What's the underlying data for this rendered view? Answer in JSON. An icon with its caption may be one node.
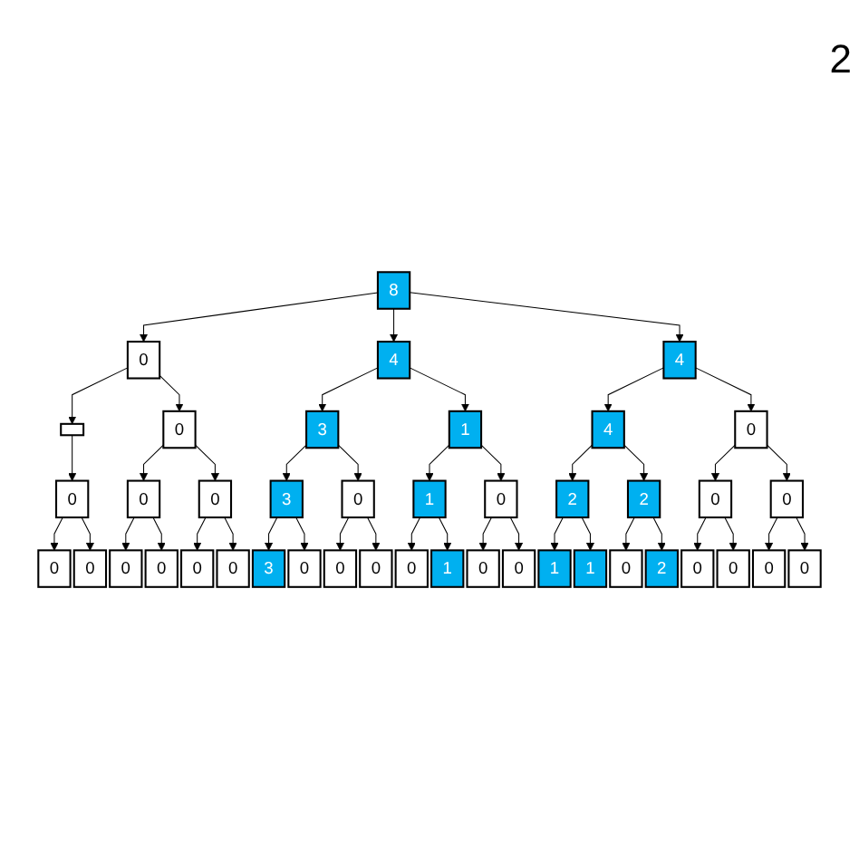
{
  "diagram": {
    "nodes": [
      {
        "text": [
          "8"
        ]
      },
      {
        "text": [
          "0"
        ]
      },
      {
        "text": [
          "4"
        ]
      },
      {
        "text": [
          "4"
        ]
      },
      {
        "text": [],
        "shape": "box"
      },
      {
        "text": [
          "0"
        ]
      },
      {
        "text": [
          "3"
        ]
      },
      {
        "text": [
          "1"
        ]
      },
      {
        "text": [
          "4"
        ]
      },
      {
        "text": [
          "0"
        ]
      },
      {
        "text": [
          "0"
        ]
      },
      {
        "text": [
          "0"
        ]
      },
      {
        "text": [
          "0"
        ]
      },
      {
        "text": [
          "3"
        ]
      },
      {
        "text": [
          "0"
        ]
      },
      {
        "text": [
          "1"
        ]
      },
      {
        "text": [
          "0"
        ]
      },
      {
        "text": [
          "2"
        ]
      },
      {
        "text": [
          "2"
        ]
      },
      {
        "text": [
          "0"
        ]
      },
      {
        "text": [
          "0"
        ]
      },
      {
        "text": [
          "0"
        ]
      },
      {
        "text": [
          "0"
        ]
      },
      {
        "text": [
          "0"
        ]
      },
      {
        "text": [
          "0"
        ]
      },
      {
        "text": [
          "0"
        ]
      },
      {
        "text": [
          "0"
        ]
      },
      {
        "text": [
          "3"
        ]
      },
      {
        "text": [
          "0"
        ]
      },
      {
        "text": [
          "0"
        ]
      },
      {
        "text": [
          "0"
        ]
      },
      {
        "text": [
          "0"
        ]
      },
      {
        "text": [
          "1"
        ]
      },
      {
        "text": [
          "0"
        ]
      },
      {
        "text": [
          "0"
        ]
      },
      {
        "text": [
          "1"
        ]
      },
      {
        "text": [
          "1"
        ]
      },
      {
        "text": [
          "0"
        ]
      },
      {
        "text": [
          "2"
        ]
      },
      {
        "text": [
          "0"
        ]
      },
      {
        "text": [
          "0"
        ]
      },
      {
        "text": [
          "0"
        ]
      },
      {
        "text": [
          "0"
        ]
      }
    ],
    "edges": [
      {
        "from": 0,
        "to": 1,
        "arrow": "to"
      },
      {
        "from": 0,
        "to": 2,
        "arrow": "to"
      },
      {
        "from": 0,
        "to": 3,
        "arrow": "to"
      },
      {
        "from": 1,
        "to": 4,
        "arrow": "to"
      },
      {
        "from": 1,
        "to": 5,
        "arrow": "to"
      },
      {
        "from": 2,
        "to": 6,
        "arrow": "to"
      },
      {
        "from": 2,
        "to": 7,
        "arrow": "to"
      },
      {
        "from": 3,
        "to": 8,
        "arrow": "to"
      },
      {
        "from": 3,
        "to": 9,
        "arrow": "to"
      },
      {
        "from": 4,
        "to": 10,
        "arrow": "to"
      },
      {
        "from": 5,
        "to": 11,
        "arrow": "to"
      },
      {
        "from": 5,
        "to": 12,
        "arrow": "to"
      },
      {
        "from": 6,
        "to": 13,
        "arrow": "to"
      },
      {
        "from": 6,
        "to": 14,
        "arrow": "to"
      },
      {
        "from": 7,
        "to": 15,
        "arrow": "to"
      },
      {
        "from": 7,
        "to": 16,
        "arrow": "to"
      },
      {
        "from": 8,
        "to": 17,
        "arrow": "to"
      },
      {
        "from": 8,
        "to": 18,
        "arrow": "to"
      },
      {
        "from": 9,
        "to": 19,
        "arrow": "to"
      },
      {
        "from": 9,
        "to": 20,
        "arrow": "to"
      },
      {
        "from": 10,
        "to": 21,
        "arrow": "to"
      },
      {
        "from": 10,
        "to": 22,
        "arrow": "to"
      },
      {
        "from": 11,
        "to": 23,
        "arrow": "to"
      },
      {
        "from": 11,
        "to": 24,
        "arrow": "to"
      },
      {
        "from": 12,
        "to": 25,
        "arrow": "to"
      },
      {
        "from": 12,
        "to": 26,
        "arrow": "to"
      },
      {
        "from": 13,
        "to": 27,
        "arrow": "to"
      },
      {
        "from": 13,
        "to": 28,
        "arrow": "to"
      },
      {
        "from": 14,
        "to": 29,
        "arrow": "to"
      },
      {
        "from": 14,
        "to": 30,
        "arrow": "to"
      },
      {
        "from": 15,
        "to": 31,
        "arrow": "to"
      },
      {
        "from": 15,
        "to": 32,
        "arrow": "to"
      },
      {
        "from": 16,
        "to": 33,
        "arrow": "to"
      },
      {
        "from": 16,
        "to": 34,
        "arrow": "to"
      },
      {
        "from": 17,
        "to": 35,
        "arrow": "to"
      },
      {
        "from": 17,
        "to": 36,
        "arrow": "to"
      },
      {
        "from": 18,
        "to": 37,
        "arrow": "to"
      },
      {
        "from": 18,
        "to": 38,
        "arrow": "to"
      },
      {
        "from": 19,
        "to": 39,
        "arrow": "to"
      },
      {
        "from": 19,
        "to": 40,
        "arrow": "to"
      },
      {
        "from": 20,
        "to": 41,
        "arrow": "to"
      },
      {
        "from": 20,
        "to": 42,
        "arrow": "to"
      }
    ],
    "labels": [
      "2"
    ]
  }
}
